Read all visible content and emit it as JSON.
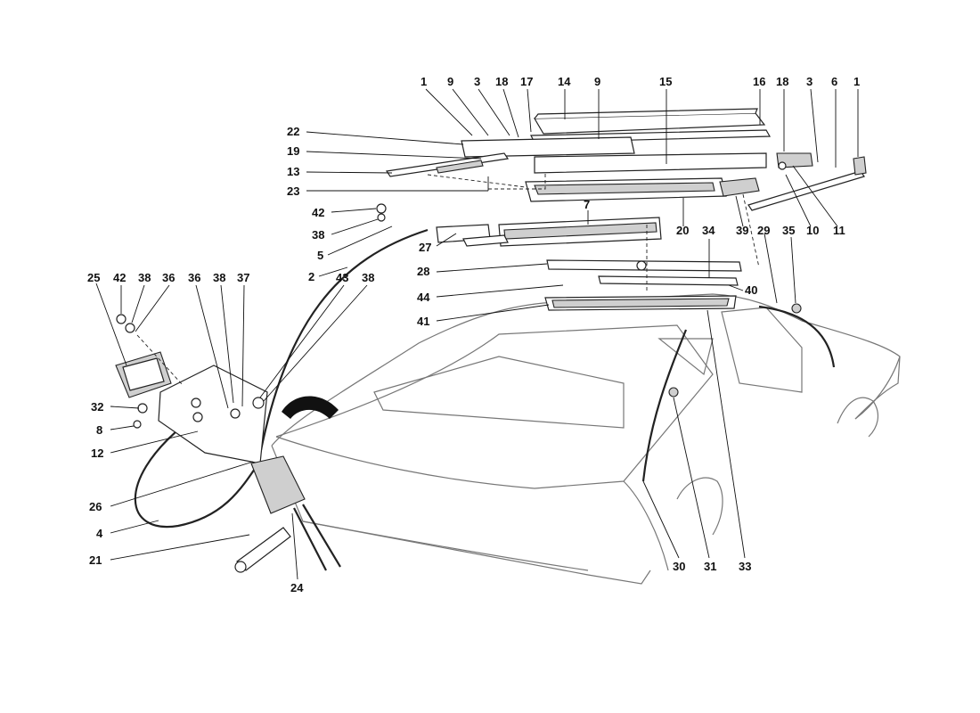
{
  "diagram": {
    "callouts": [
      "1",
      "9",
      "3",
      "18",
      "17",
      "14",
      "9",
      "15",
      "16",
      "18",
      "3",
      "6",
      "1",
      "22",
      "19",
      "13",
      "23",
      "42",
      "38",
      "5",
      "2",
      "27",
      "7",
      "20",
      "39",
      "29",
      "10",
      "11",
      "35",
      "28",
      "34",
      "44",
      "40",
      "41",
      "25",
      "42",
      "38",
      "36",
      "36",
      "38",
      "37",
      "43",
      "38",
      "32",
      "8",
      "12",
      "26",
      "4",
      "21",
      "24",
      "30",
      "31",
      "33"
    ]
  }
}
